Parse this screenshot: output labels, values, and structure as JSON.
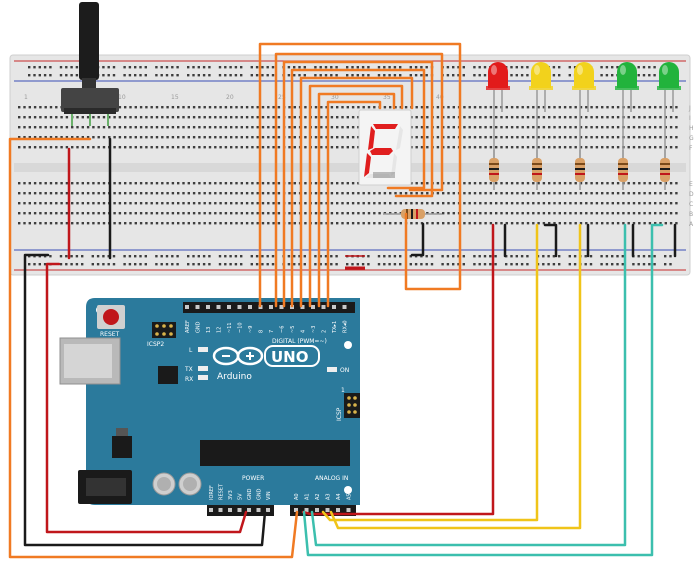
{
  "board": {
    "name": "UNO",
    "brand": "Arduino",
    "reset_label": "RESET",
    "icsp2_label": "ICSP2",
    "icsp_label": "ICSP",
    "on_label": "ON",
    "l_label": "L",
    "tx_label": "TX",
    "rx_label": "RX",
    "digital_label": "DIGITAL (PWM=~)",
    "power_label": "POWER",
    "analog_label": "ANALOG IN",
    "icsp_pin_label": "1",
    "digital_pins": [
      "AREF",
      "GND",
      "13",
      "12",
      "~11",
      "~10",
      "~9",
      "8",
      "7",
      "~6",
      "~5",
      "4",
      "~3",
      "2",
      "TX▸1",
      "RX◂0"
    ],
    "power_pins": [
      "IOREF",
      "RESET",
      "3V3",
      "5V",
      "GND",
      "GND",
      "VIN"
    ],
    "analog_pins": [
      "A0",
      "A1",
      "A2",
      "A3",
      "A4",
      "A5"
    ]
  },
  "breadboard": {
    "row_letters_top": [
      "J",
      "I",
      "H",
      "G",
      "F"
    ],
    "row_letters_bottom": [
      "E",
      "D",
      "C",
      "B",
      "A"
    ],
    "column_numbers": [
      "1",
      "5",
      "10",
      "15",
      "20",
      "25",
      "30",
      "35",
      "40"
    ]
  },
  "display": {
    "character": "F"
  },
  "leds": [
    {
      "color": "red",
      "hex": "#e21b1b"
    },
    {
      "color": "yellow",
      "hex": "#f2d21c"
    },
    {
      "color": "yellow",
      "hex": "#f2d21c"
    },
    {
      "color": "green",
      "hex": "#22b33c"
    },
    {
      "color": "green",
      "hex": "#22b33c"
    }
  ],
  "colors": {
    "board_blue": "#2b7a9c",
    "breadboard": "#e6e6e6",
    "wire_orange": "#f07a23",
    "wire_red": "#c0161b",
    "wire_black": "#1a1a1a",
    "wire_yellow": "#f0c419",
    "wire_teal": "#3cbfae",
    "rail_red": "#c72b2b",
    "rail_blue": "#3a4fb7"
  }
}
